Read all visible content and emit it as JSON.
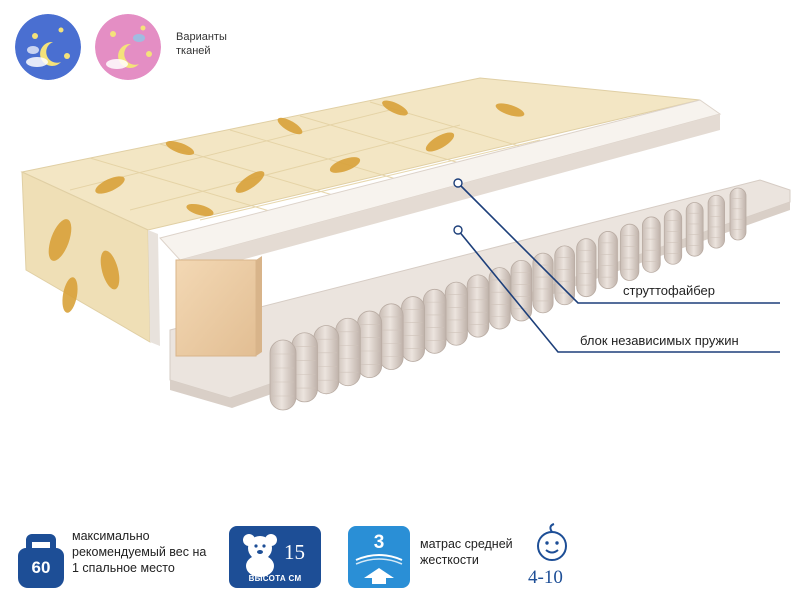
{
  "fabric": {
    "label": "Варианты тканей",
    "colors": {
      "blue": "#4a6fd1",
      "pink": "#e48ec4"
    }
  },
  "layers": {
    "strutto": "струттофайбер",
    "springs": "блок независимых пружин",
    "callout_color": "#1d3f7a"
  },
  "features": {
    "weight": {
      "value": "60",
      "text": "максимально рекомендуемый вес на 1 спальное место",
      "icon": "kettlebell-icon"
    },
    "height": {
      "value": "15",
      "caption": "ВЫСОТА СМ",
      "icon": "teddy-bear-icon"
    },
    "firmness": {
      "value": "3",
      "text": "матрас средней жесткости",
      "icon": "firmness-arrow-icon"
    },
    "age": {
      "value": "4-10",
      "icon": "baby-face-icon"
    }
  },
  "colors": {
    "brand_blue": "#1d4e96",
    "light_blue": "#2a8fd6",
    "fabric_cream": "#f3e6c4",
    "spring_gray": "#ddd3cc"
  }
}
